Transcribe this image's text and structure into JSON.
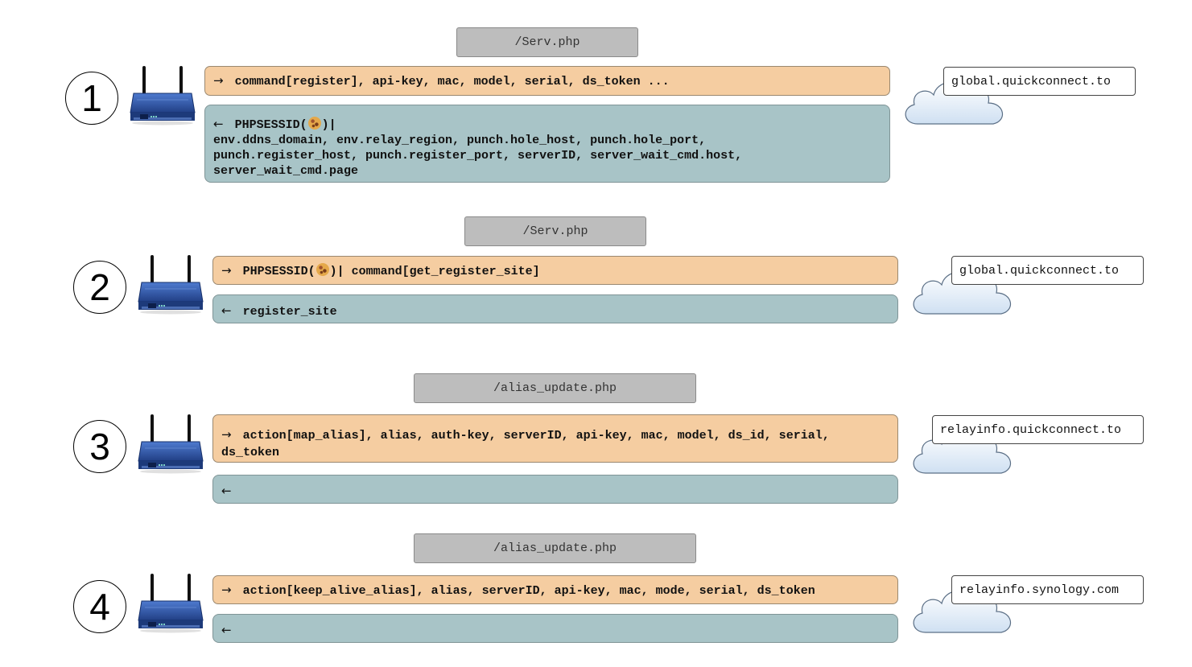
{
  "steps": [
    {
      "number": "1",
      "endpoint": "/Serv.php",
      "request_prefix": "→",
      "request": "command[register], api-key, mac, model, serial, ds_token ...",
      "response_prefix": "←",
      "response_head": "PHPSESSID(",
      "response_head_after": ")|",
      "response_body": "env.ddns_domain, env.relay_region, punch.hole_host, punch.hole_port,\npunch.register_host, punch.register_port, serverID, server_wait_cmd.host,\nserver_wait_cmd.page",
      "host": "global.quickconnect.to"
    },
    {
      "number": "2",
      "endpoint": "/Serv.php",
      "request_prefix": "→",
      "request_head": "PHPSESSID(",
      "request_after": ")| command[get_register_site]",
      "response_prefix": "←",
      "response": "register_site",
      "host": "global.quickconnect.to"
    },
    {
      "number": "3",
      "endpoint": "/alias_update.php",
      "request_prefix": "→",
      "request": "action[map_alias], alias, auth-key, serverID, api-key, mac, model, ds_id, serial,\nds_token",
      "response_prefix": "←",
      "response": "",
      "host": "relayinfo.quickconnect.to"
    },
    {
      "number": "4",
      "endpoint": "/alias_update.php",
      "request_prefix": "→",
      "request": "action[keep_alive_alias], alias, serverID, api-key, mac, mode, serial, ds_token",
      "response_prefix": "←",
      "response": "",
      "host": "relayinfo.synology.com"
    }
  ],
  "colors": {
    "request_bg": "#f5cda1",
    "response_bg": "#a8c4c7",
    "endpoint_bg": "#bdbdbd",
    "router_blue": "#2f56a6"
  },
  "icons": {
    "router": "wireless-router-icon",
    "cloud": "cloud-icon",
    "cookie": "cookie-icon"
  }
}
